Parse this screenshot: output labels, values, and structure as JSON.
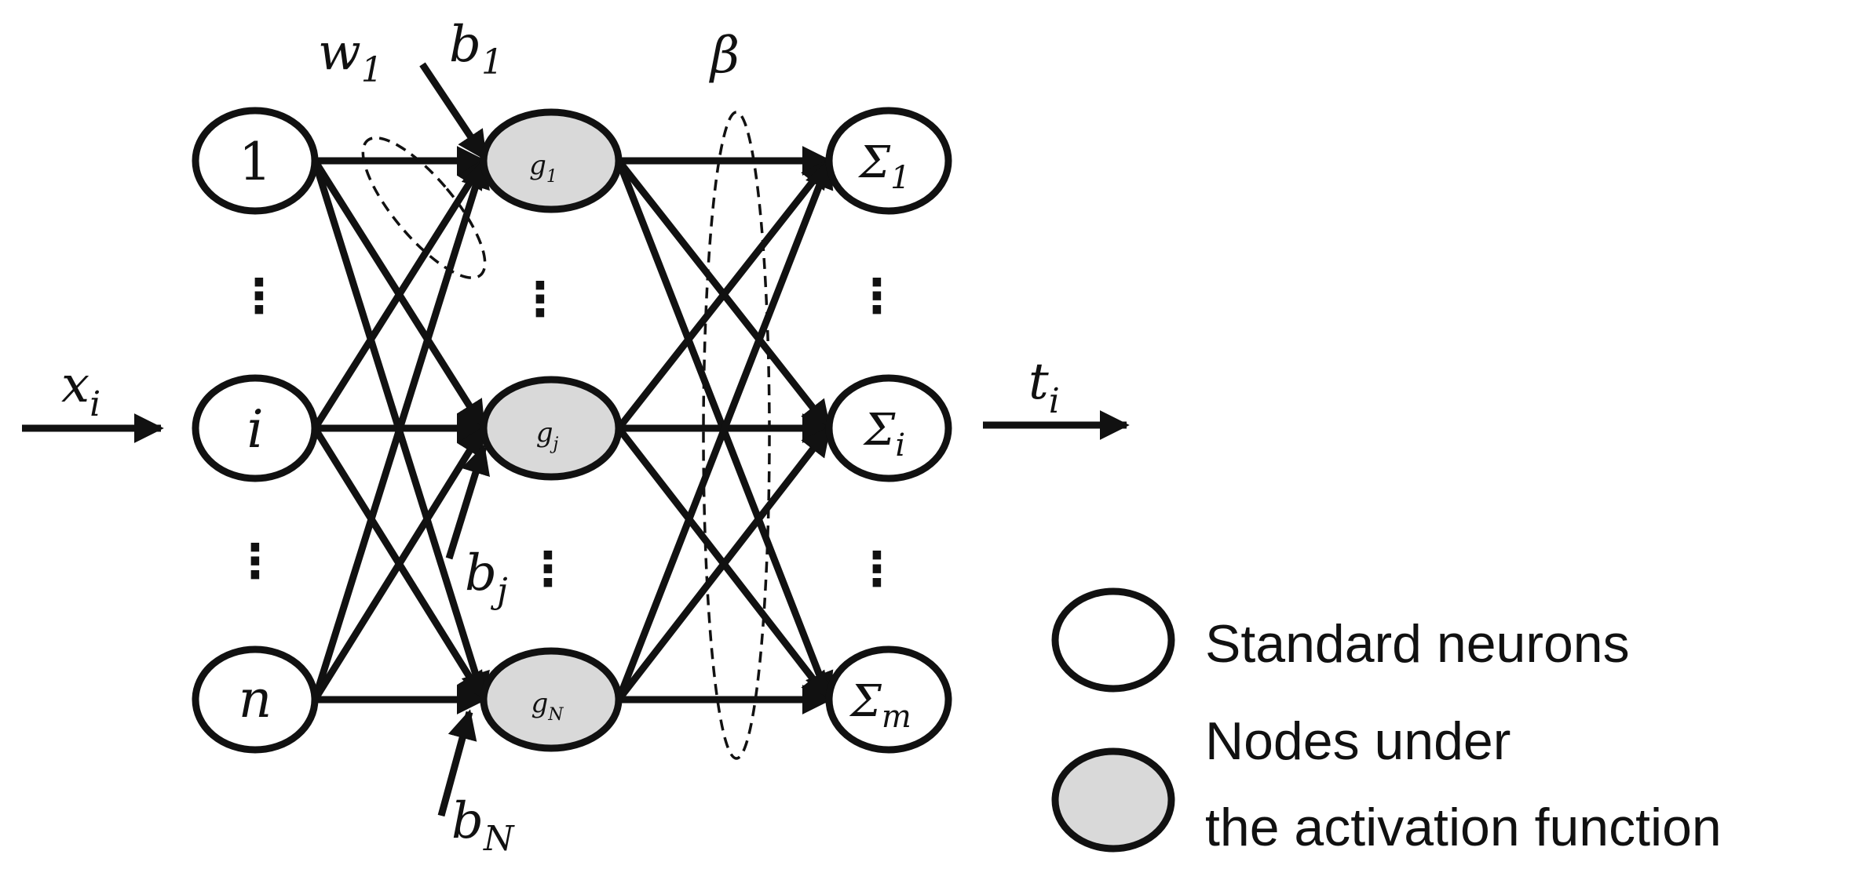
{
  "input_nodes": [
    {
      "label": "1",
      "italic": false
    },
    {
      "label": "i",
      "italic": true
    },
    {
      "label": "n",
      "italic": true
    }
  ],
  "hidden_nodes": [
    {
      "base": "g",
      "sub": "1"
    },
    {
      "base": "g",
      "sub": "j"
    },
    {
      "base": "g",
      "sub": "N"
    }
  ],
  "output_nodes": [
    {
      "base": "Σ",
      "sub": "1"
    },
    {
      "base": "Σ",
      "sub": "i"
    },
    {
      "base": "Σ",
      "sub": "m"
    }
  ],
  "labels": {
    "input": {
      "base": "x",
      "sub": "i"
    },
    "output": {
      "base": "t",
      "sub": "i"
    },
    "weight": {
      "base": "w",
      "sub": "1"
    },
    "beta": "β",
    "bias_1": {
      "base": "b",
      "sub": "1"
    },
    "bias_j": {
      "base": "b",
      "sub": "j"
    },
    "bias_N": {
      "base": "b",
      "sub": "N"
    },
    "ellipsis": "⋮"
  },
  "legend": {
    "standard": "Standard neurons",
    "activation_line1": "Nodes under",
    "activation_line2": "the activation function"
  },
  "colors": {
    "stroke": "#111111",
    "gray_fill": "#d9d9d9",
    "background": "#ffffff"
  }
}
